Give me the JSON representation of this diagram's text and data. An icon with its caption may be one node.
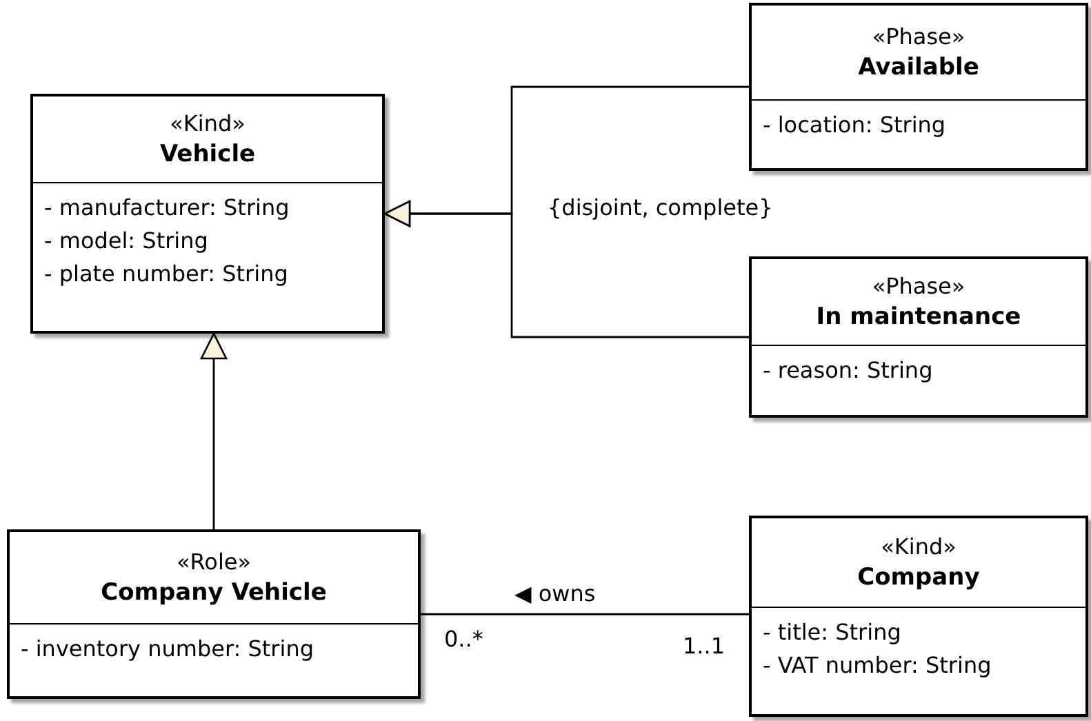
{
  "diagram": {
    "nodes": [
      {
        "text": [
          "«Kind»",
          "Vehicle",
          "- manufacturer: String",
          "- model: String",
          "- plate number: String"
        ]
      },
      {
        "text": [
          "«Phase»",
          "Available",
          "- location: String"
        ]
      },
      {
        "text": [
          "«Phase»",
          "In maintenance",
          "- reason: String"
        ]
      },
      {
        "text": [
          "«Role»",
          "Company Vehicle",
          "- inventory number: String"
        ]
      },
      {
        "text": [
          "«Kind»",
          "Company",
          "- title: String",
          "- VAT number: String"
        ]
      }
    ],
    "edges": [
      {
        "from": 1,
        "to": 0,
        "arrow": "to"
      },
      {
        "from": 2,
        "to": 0,
        "arrow": "to"
      },
      {
        "from": 3,
        "to": 0,
        "arrow": "to"
      },
      {
        "from": 3,
        "to": 4,
        "arrow": "none",
        "label": "◀ owns"
      }
    ],
    "labels": [
      "{disjoint, complete}",
      "0..*",
      "1..1"
    ]
  }
}
